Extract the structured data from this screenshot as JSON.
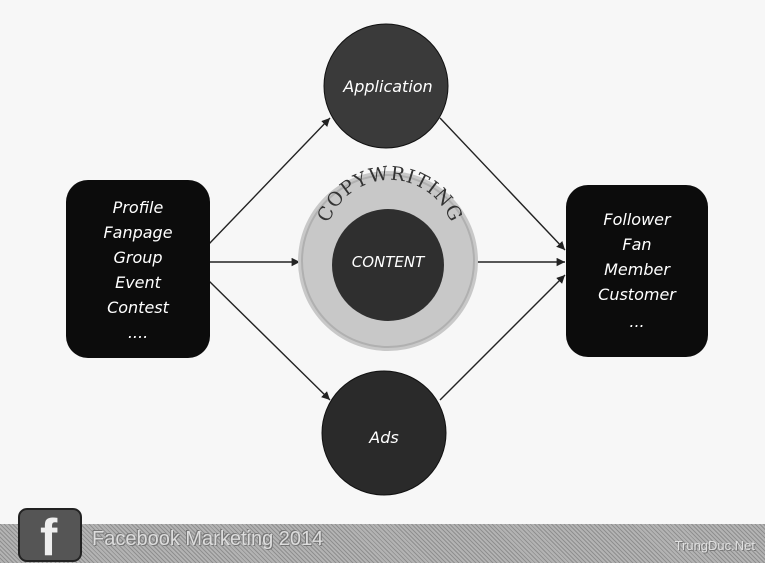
{
  "diagram": {
    "left_box": {
      "lines": [
        "Profile",
        "Fanpage",
        "Group",
        "Event",
        "Contest",
        "...."
      ]
    },
    "right_box": {
      "lines": [
        "Follower",
        "Fan",
        "Member",
        "Customer",
        "..."
      ]
    },
    "top_circle": {
      "label": "Application"
    },
    "bottom_circle": {
      "label": "Ads"
    },
    "center": {
      "arc_label": "COPYWRITING",
      "inner_label": "CONTENT"
    },
    "colors": {
      "box": "#0c0c0c",
      "circle": "#3a3a3a",
      "ring": "#c8c8c8",
      "center": "#2f2f2f",
      "arrow": "#222222"
    }
  },
  "footer": {
    "logo_letter": "f",
    "title": "Facebook Marketing 2014",
    "site": "TrungDuc.Net"
  }
}
